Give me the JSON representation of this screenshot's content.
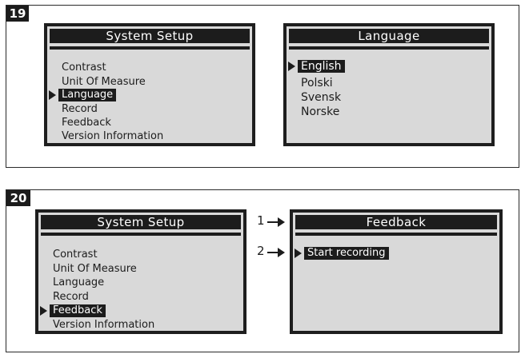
{
  "figure19": {
    "badge": "19",
    "left_screen": {
      "title": "System Setup",
      "items": [
        "Contrast",
        "Unit Of Measure",
        "Language",
        "Record",
        "Feedback",
        "Version  Information"
      ]
    },
    "right_screen": {
      "title": "Language",
      "items": [
        "English",
        "Polski",
        "Svensk",
        "Norske"
      ]
    }
  },
  "figure20": {
    "badge": "20",
    "left_screen": {
      "title": "System Setup",
      "items": [
        "Contrast",
        "Unit Of Measure",
        "Language",
        "Record",
        "Feedback",
        "Version  Information"
      ]
    },
    "right_screen": {
      "title": "Feedback",
      "items": [
        "Start  recording"
      ]
    },
    "callouts": [
      "1",
      "2"
    ]
  }
}
